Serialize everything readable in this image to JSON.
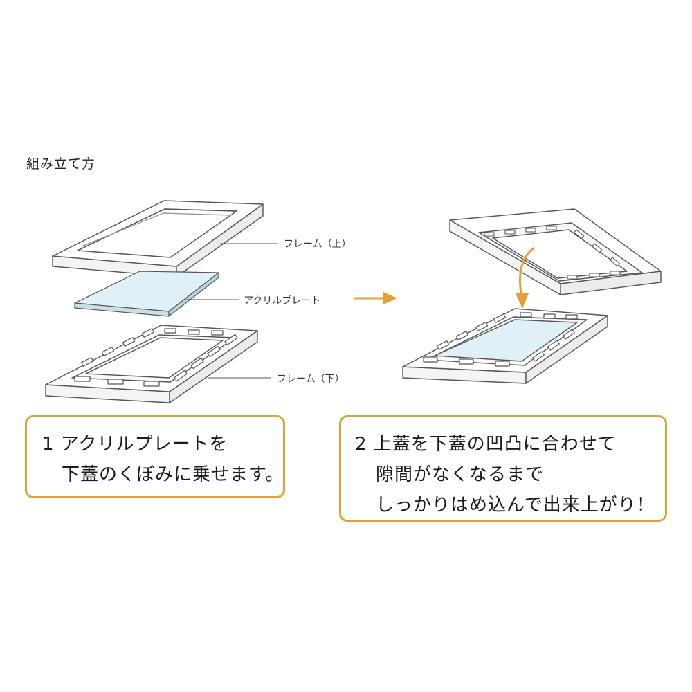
{
  "title": "組み立て方",
  "labels": {
    "frame_top": "フレーム（上）",
    "acrylic": "アクリルプレート",
    "frame_bottom": "フレーム（下）"
  },
  "steps": [
    {
      "lines": [
        "1  アクリルプレートを",
        "下蓋のくぼみに乗せます。"
      ]
    },
    {
      "lines": [
        "2  上蓋を下蓋の凹凸に合わせて",
        "隙間がなくなるまで",
        "しっかりはめ込んで出来上がり！"
      ]
    }
  ],
  "colors": {
    "accent": "#e1a13a",
    "line": "#555555",
    "acrylic": "#dff0f7"
  }
}
